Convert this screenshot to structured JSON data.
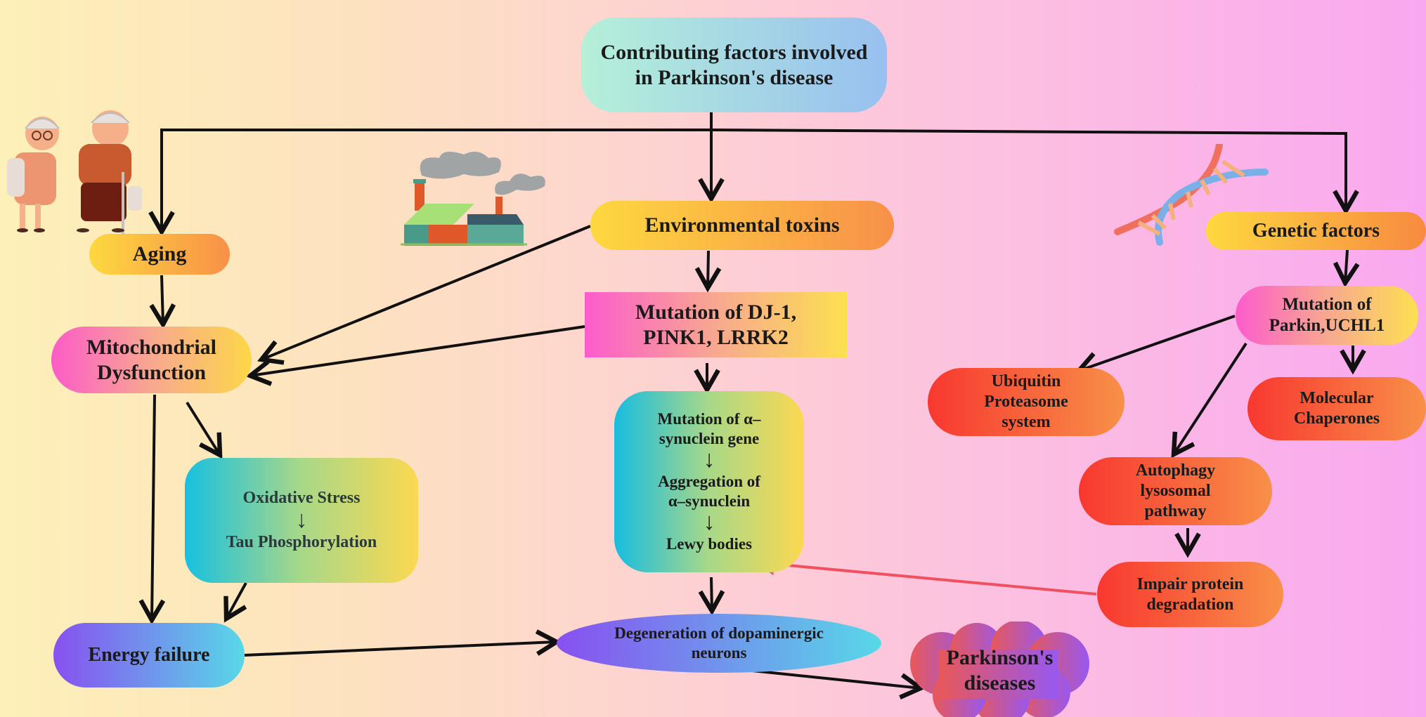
{
  "diagram": {
    "title": "Contributing factors involved in Parkinson's disease",
    "nodes": {
      "root": "Contributing factors involved in Parkinson's disease",
      "aging": "Aging",
      "env_toxins": "Environmental toxins",
      "genetic": "Genetic factors",
      "mito_line1": "Mitochondrial",
      "mito_line2": "Dysfunction",
      "dj1_line1": "Mutation of DJ-1,",
      "dj1_line2": "PINK1, LRRK2",
      "parkin_line1": "Mutation of",
      "parkin_line2": "Parkin,UCHL1",
      "oxidative": "Oxidative Stress",
      "tau": "Tau Phosphorylation",
      "asyn_mut_line1": "Mutation of α–",
      "asyn_mut_line2": "synuclein gene",
      "asyn_agg_line1": "Aggregation of",
      "asyn_agg_line2": "α–synuclein",
      "lewy": "Lewy bodies",
      "ubiquitin_line1": "Ubiquitin",
      "ubiquitin_line2": "Proteasome",
      "ubiquitin_line3": "system",
      "chaperones_line1": "Molecular",
      "chaperones_line2": "Chaperones",
      "autophagy_line1": "Autophagy",
      "autophagy_line2": "lysosomal",
      "autophagy_line3": "pathway",
      "impair_line1": "Impair protein",
      "impair_line2": "degradation",
      "energy": "Energy failure",
      "degen_line1": "Degeneration of dopaminergic",
      "degen_line2": "neurons",
      "pd_line1": "Parkinson's",
      "pd_line2": "diseases"
    },
    "inline_arrow": "↓",
    "edges": [
      [
        "root",
        "aging"
      ],
      [
        "root",
        "env_toxins"
      ],
      [
        "root",
        "genetic"
      ],
      [
        "aging",
        "mito"
      ],
      [
        "env_toxins",
        "mito"
      ],
      [
        "dj1",
        "mito"
      ],
      [
        "env_toxins",
        "dj1"
      ],
      [
        "dj1",
        "asyn_box"
      ],
      [
        "genetic",
        "parkin"
      ],
      [
        "parkin",
        "ubiquitin"
      ],
      [
        "parkin",
        "chaperones"
      ],
      [
        "parkin",
        "autophagy"
      ],
      [
        "autophagy",
        "impair"
      ],
      [
        "impair",
        "lewy",
        "red"
      ],
      [
        "mito",
        "oxtau_box"
      ],
      [
        "mito",
        "energy"
      ],
      [
        "oxtau_box",
        "energy"
      ],
      [
        "asyn_box",
        "degen"
      ],
      [
        "energy",
        "degen"
      ],
      [
        "degen",
        "pd"
      ]
    ],
    "colors": {
      "arrow": "#111111",
      "feedback_arrow": "#f05060"
    },
    "illustrations": [
      "elderly-couple",
      "factory",
      "dna-helix"
    ]
  }
}
